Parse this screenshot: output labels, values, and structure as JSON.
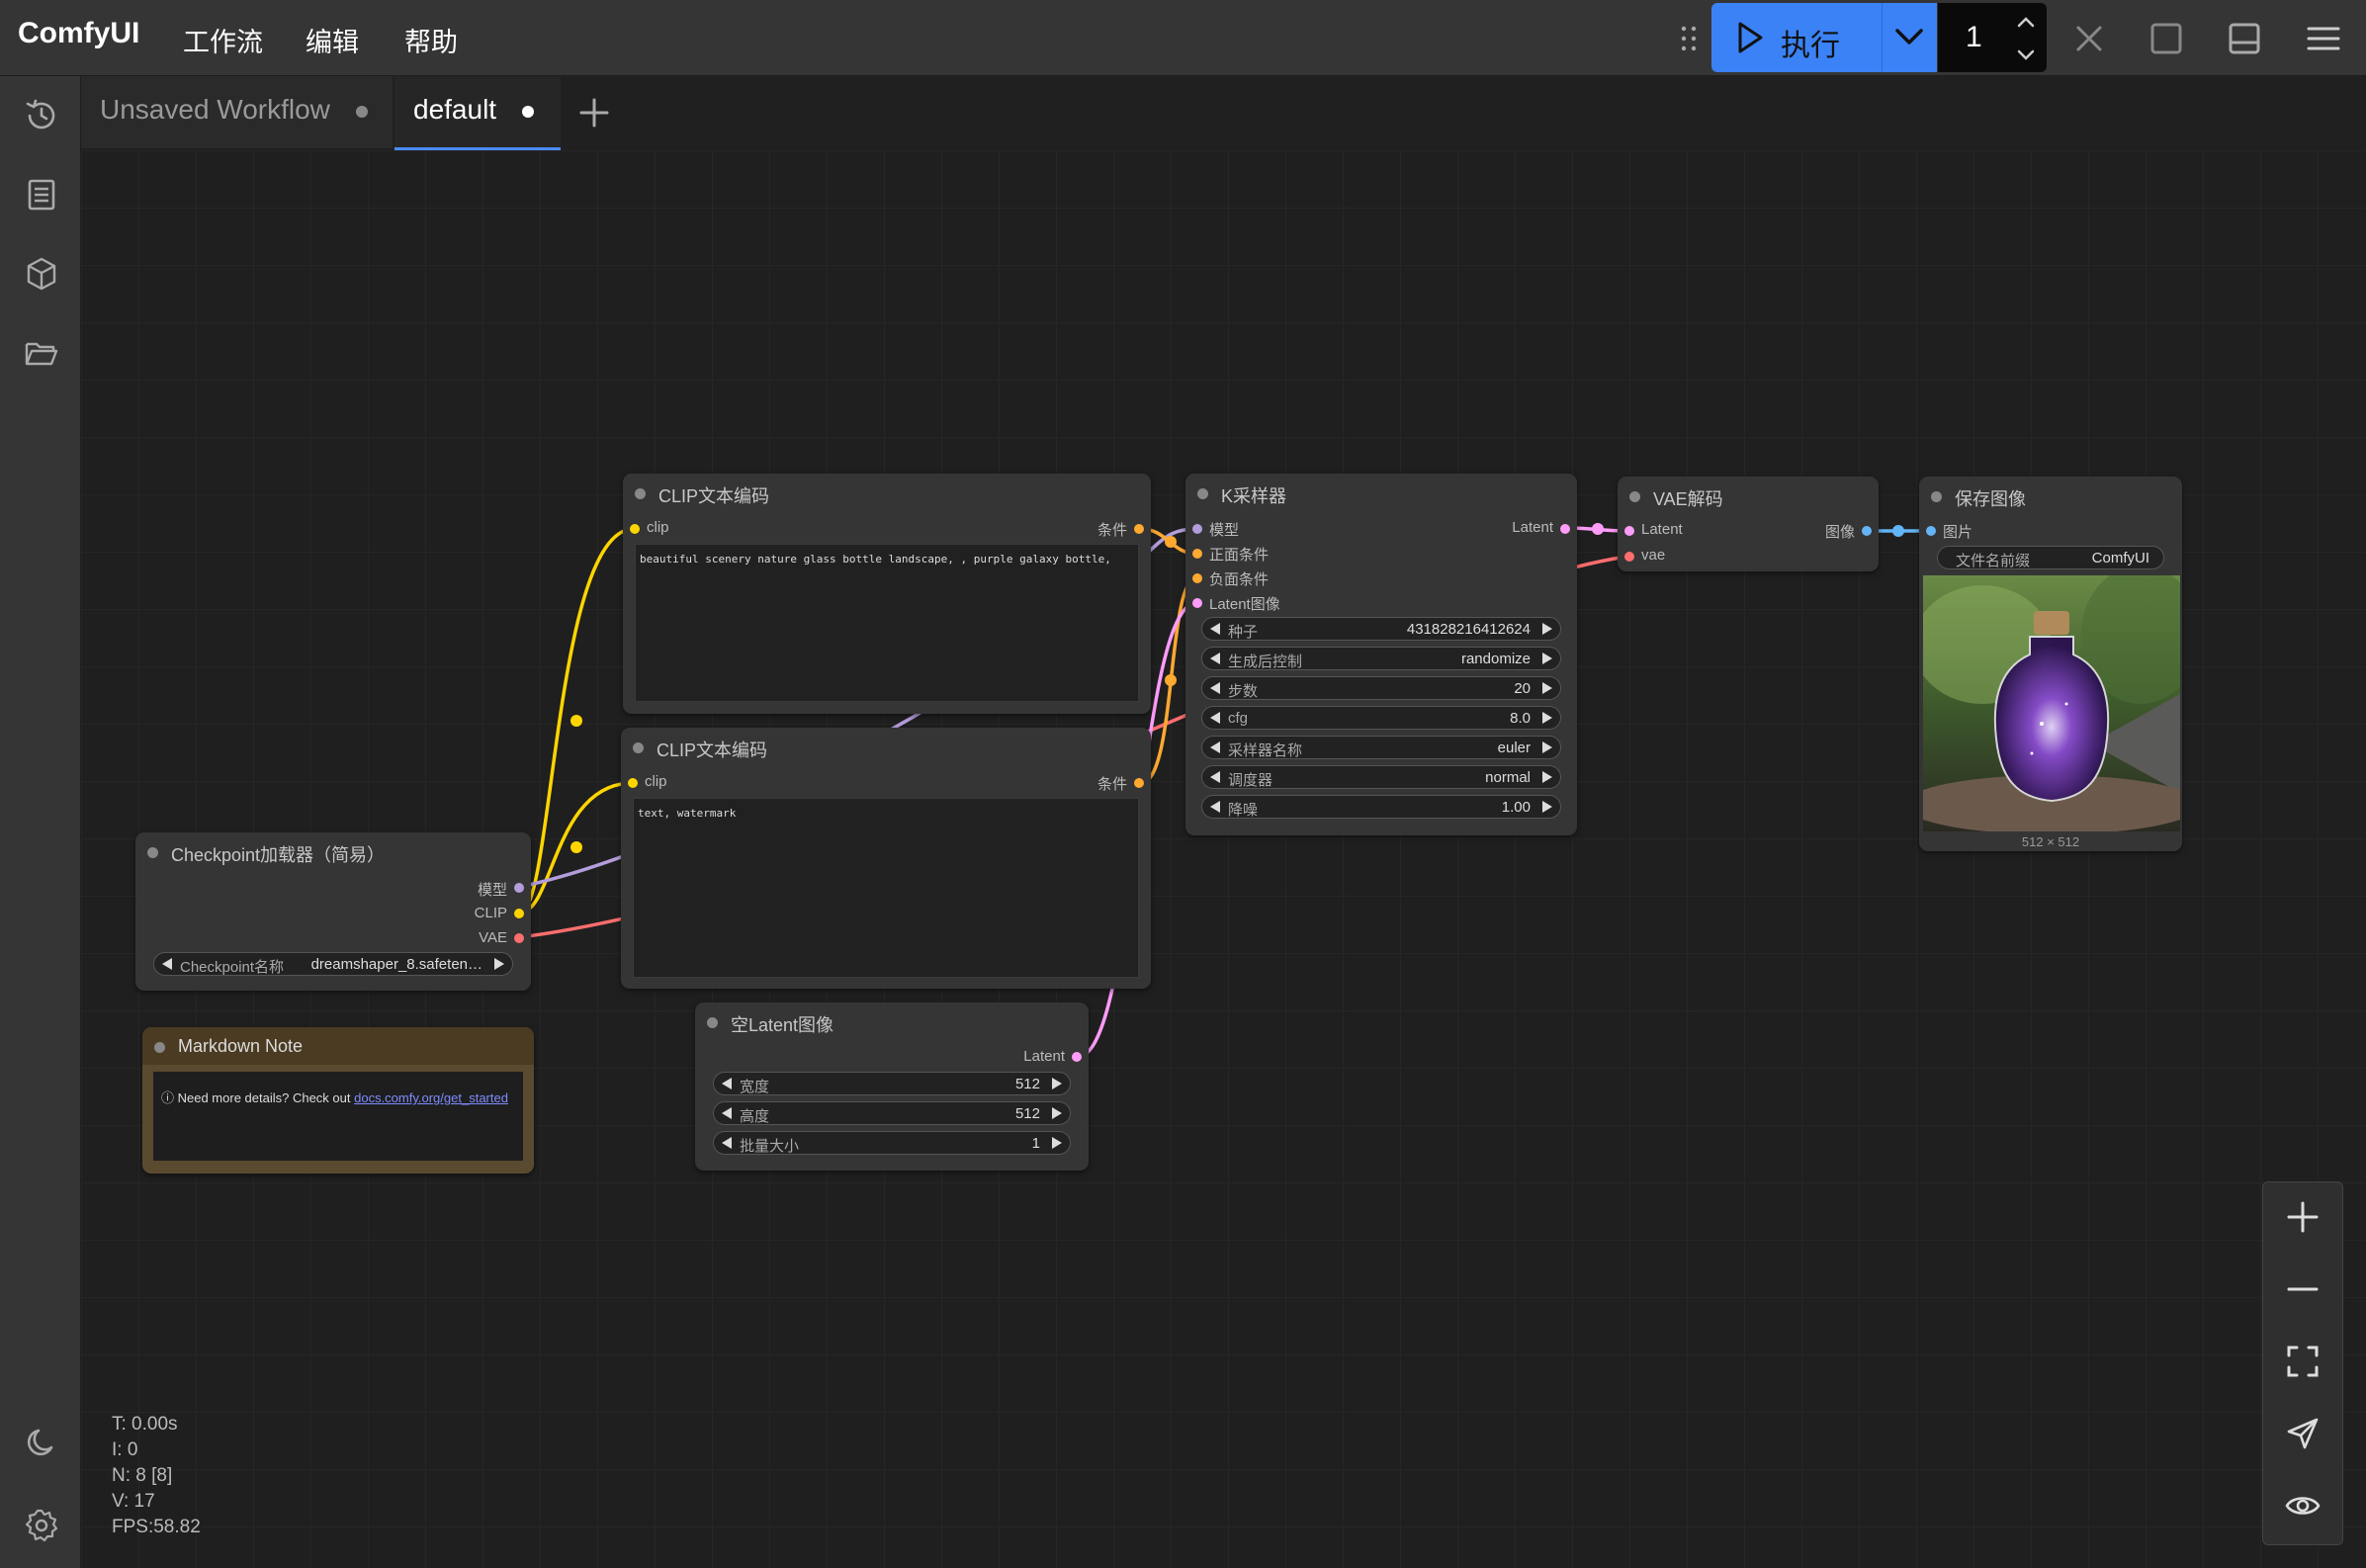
{
  "app": {
    "brand": "ComfyUI"
  },
  "menu": {
    "workflow": "工作流",
    "edit": "编辑",
    "help": "帮助"
  },
  "toolbar": {
    "run_label": "执行",
    "batch_count": "1"
  },
  "tabs": [
    {
      "label": "Unsaved Workflow"
    },
    {
      "label": "default"
    }
  ],
  "nodes": {
    "clip_pos": {
      "title": "CLIP文本编码",
      "input": "clip",
      "output": "条件",
      "text": "beautiful scenery nature glass bottle landscape, , purple galaxy bottle,"
    },
    "clip_neg": {
      "title": "CLIP文本编码",
      "input": "clip",
      "output": "条件",
      "text": "text, watermark"
    },
    "ksampler": {
      "title": "K采样器",
      "inputs": [
        "模型",
        "正面条件",
        "负面条件",
        "Latent图像"
      ],
      "output": "Latent",
      "widgets": [
        {
          "label": "种子",
          "value": "431828216412624"
        },
        {
          "label": "生成后控制",
          "value": "randomize"
        },
        {
          "label": "步数",
          "value": "20"
        },
        {
          "label": "cfg",
          "value": "8.0"
        },
        {
          "label": "采样器名称",
          "value": "euler"
        },
        {
          "label": "调度器",
          "value": "normal"
        },
        {
          "label": "降噪",
          "value": "1.00"
        }
      ]
    },
    "vae_decode": {
      "title": "VAE解码",
      "inputs": [
        "Latent",
        "vae"
      ],
      "output": "图像"
    },
    "save_image": {
      "title": "保存图像",
      "input": "图片",
      "prefix_label": "文件名前缀",
      "prefix_value": "ComfyUI",
      "image_size": "512 × 512"
    },
    "checkpoint": {
      "title": "Checkpoint加载器（简易）",
      "outputs": [
        "模型",
        "CLIP",
        "VAE"
      ],
      "widget_label": "Checkpoint名称",
      "widget_value": "dreamshaper_8.safeten…"
    },
    "markdown_note": {
      "title": "Markdown Note",
      "text_prefix": "ⓘ Need more details? Check out ",
      "link": "docs.comfy.org/get_started"
    },
    "empty_latent": {
      "title": "空Latent图像",
      "output": "Latent",
      "widgets": [
        {
          "label": "宽度",
          "value": "512"
        },
        {
          "label": "高度",
          "value": "512"
        },
        {
          "label": "批量大小",
          "value": "1"
        }
      ]
    }
  },
  "stats": {
    "t": "T: 0.00s",
    "i": "I: 0",
    "n": "N: 8 [8]",
    "v": "V: 17",
    "fps": "FPS:58.82"
  },
  "colors": {
    "model": "#b39ddb",
    "clip": "#ffd500",
    "vae": "#ff6e6e",
    "conditioning": "#ffa931",
    "latent": "#ff9cf9",
    "image": "#64b5f6",
    "accent": "#3b82f6"
  }
}
